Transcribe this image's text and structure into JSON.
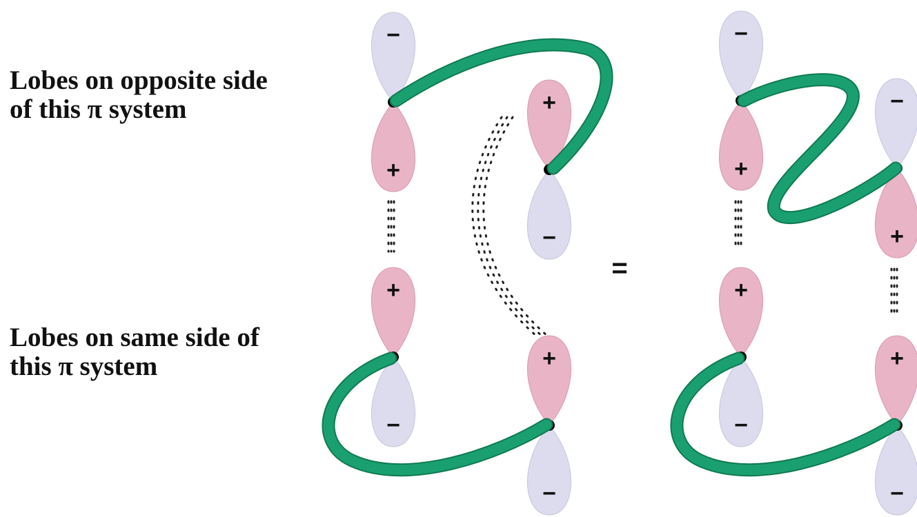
{
  "labels": {
    "opposite_side": "Lobes on opposite side\nof this π system",
    "same_side": "Lobes on same side of\nthis π system"
  },
  "equals_sign": "=",
  "signs": {
    "plus": "+",
    "minus": "−"
  },
  "colors": {
    "positive_lobe": "#e8b4c6",
    "negative_lobe": "#dcdcee",
    "ribbon": "#1aa070",
    "dots": "#222222"
  },
  "orbitals": [
    {
      "id": "left-top",
      "top_sign": "minus",
      "bottom_sign": "plus"
    },
    {
      "id": "left-bottom",
      "top_sign": "plus",
      "bottom_sign": "minus"
    },
    {
      "id": "right-top",
      "top_sign": "plus",
      "bottom_sign": "minus"
    },
    {
      "id": "right-bottom",
      "top_sign": "plus",
      "bottom_sign": "minus"
    },
    {
      "id": "equiv-left-top",
      "top_sign": "minus",
      "bottom_sign": "plus"
    },
    {
      "id": "equiv-left-bottom",
      "top_sign": "plus",
      "bottom_sign": "minus"
    },
    {
      "id": "equiv-right-top",
      "top_sign": "minus",
      "bottom_sign": "plus"
    },
    {
      "id": "equiv-right-bottom",
      "top_sign": "plus",
      "bottom_sign": "minus"
    }
  ]
}
